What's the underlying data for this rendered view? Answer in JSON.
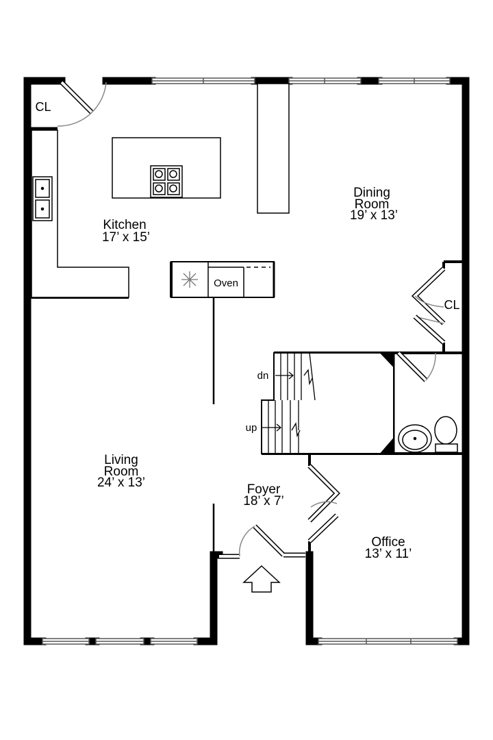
{
  "rooms": {
    "kitchen": {
      "name": "Kitchen",
      "dims": "17’ x 15’"
    },
    "dining": {
      "name_line1": "Dining",
      "name_line2": "Room",
      "dims": "19’ x 13’"
    },
    "living": {
      "name_line1": "Living",
      "name_line2": "Room",
      "dims": "24’ x 13’"
    },
    "foyer": {
      "name": "Foyer",
      "dims": "18’ x 7’"
    },
    "office": {
      "name": "Office",
      "dims": "13’ x 11’"
    }
  },
  "closets": {
    "top_left": "CL",
    "right": "CL"
  },
  "appliances": {
    "oven": "Oven"
  },
  "stairs": {
    "down": "dn",
    "up": "up"
  },
  "icons": {
    "fridge": "snowflake-icon",
    "cooktop": "cooktop-icon",
    "entry": "entry-arrow-icon"
  },
  "colors": {
    "wall": "#000000",
    "door_swing": "#888888",
    "window": "#555555"
  }
}
